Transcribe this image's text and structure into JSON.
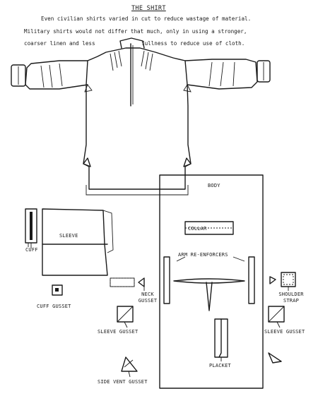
{
  "title": "THE SHIRT",
  "intro": {
    "line1": "Even civilian shirts varied in cut to reduce wastage of material.",
    "line2": "Military shirts would not differ that much, only in using a stronger,",
    "line3a": "coarser linen and less",
    "line3b": "fullness to reduce use of cloth."
  },
  "labels": {
    "body": "BODY",
    "sleeve": "SLEEVE",
    "cuff": "CUFF",
    "collar": "COLLAR",
    "arm_reinforcers": "ARM RE-ENFORCERS",
    "neck_gusset_1": "NECK",
    "neck_gusset_2": "GUSSET",
    "shoulder_strap_1": "SHOULDER",
    "shoulder_strap_2": "STRAP",
    "cuff_gusset": "CUFF GUSSET",
    "sleeve_gusset_left": "SLEEVE GUSSET",
    "sleeve_gusset_right": "SLEEVE GUSSET",
    "placket": "PLACKET",
    "side_vent_gusset": "SIDE VENT GUSSET"
  }
}
